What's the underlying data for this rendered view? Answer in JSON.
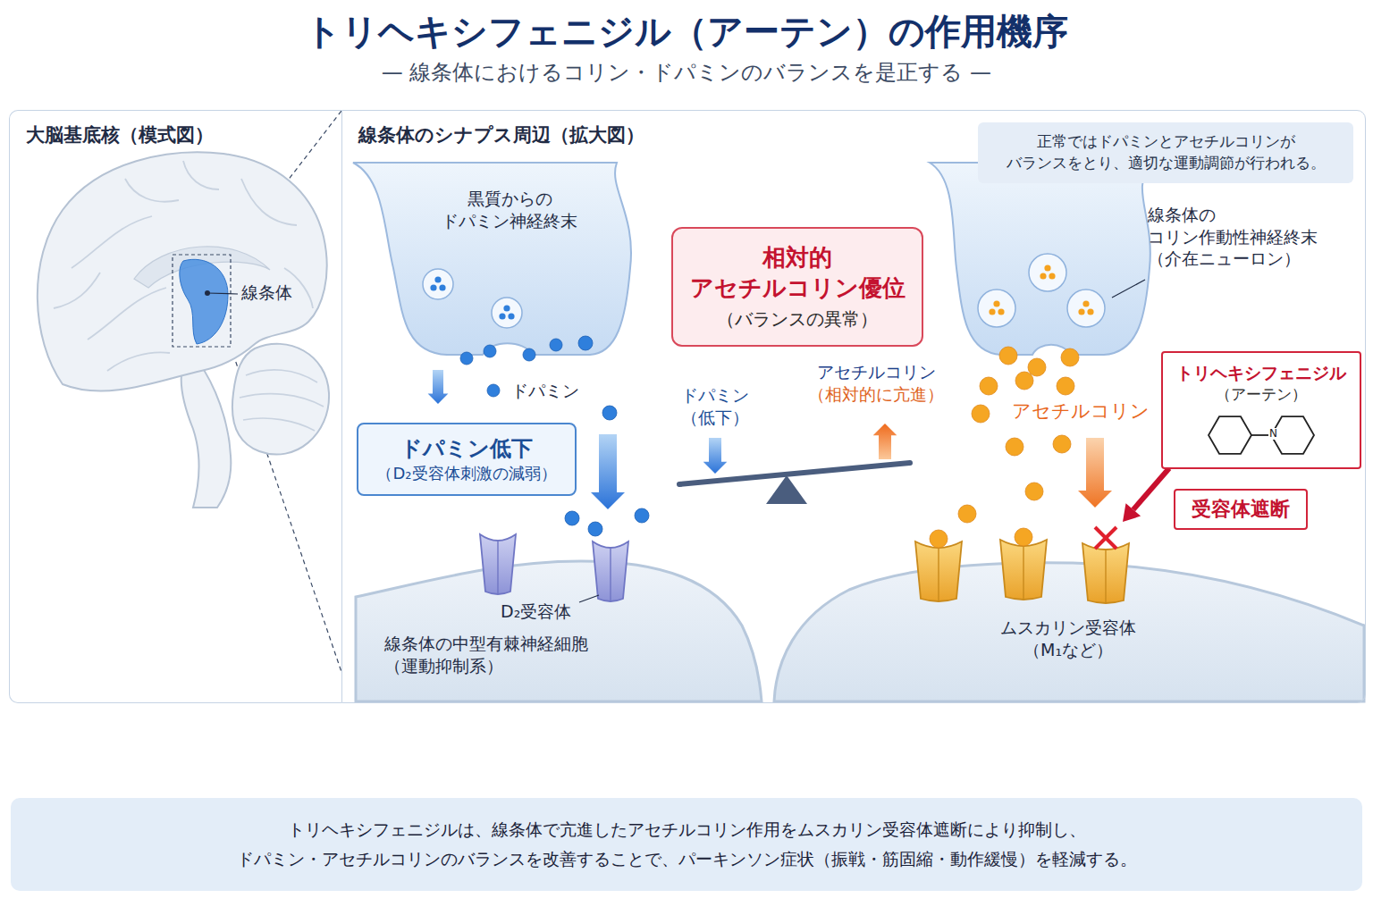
{
  "diagram": {
    "title": "トリヘキシフェニジル（アーテン）の作用機序",
    "caption": "トリヘキシフェニジルは、線条体で亢進したアセチルコリン作用をムスカリン受容体遮断により抑制し、 ドパミン・アセチルコリンのバランスを改善することで、パーキンソン症状（振戦・筋固縮・動作緩慢）を軽減する。",
    "nodes": [
      {
        "text": [
          "大脳基底核（模式図）"
        ]
      },
      {
        "text": [
          "線条体のシナプス周辺（拡大図）"
        ]
      },
      {
        "text": [
          "正常ではドパミンとアセチルコリンが バランスをとり、適切な運動調節が行われる。"
        ],
        "in": 1
      },
      {
        "text": [
          "相対的 アセチルコリン優位",
          "（バランスの異常）"
        ],
        "in": 1
      },
      {
        "text": [
          "ドパミン低下",
          "（D₂受容体刺激の減弱）"
        ],
        "in": 1
      },
      {
        "text": [
          "トリヘキシフェニジル",
          "（アーテン）"
        ],
        "in": 1
      },
      {
        "text": [
          "受容体遮断"
        ],
        "in": 1
      }
    ],
    "labels": [
      "— 線条体におけるコリン・ドパミンのバランスを是正する —",
      "線条体",
      "黒質からの ドパミン神経終末",
      "ドパミン",
      "ドパミン （低下）",
      "アセチルコリン （相対的に亢進）",
      "線条体の コリン作動性神経終末 （介在ニューロン）",
      "アセチルコリン",
      "D₂受容体",
      "線条体の中型有棘神経細胞 （運動抑制系）",
      "ムスカリン受容体 （M₁など）",
      "N"
    ]
  }
}
